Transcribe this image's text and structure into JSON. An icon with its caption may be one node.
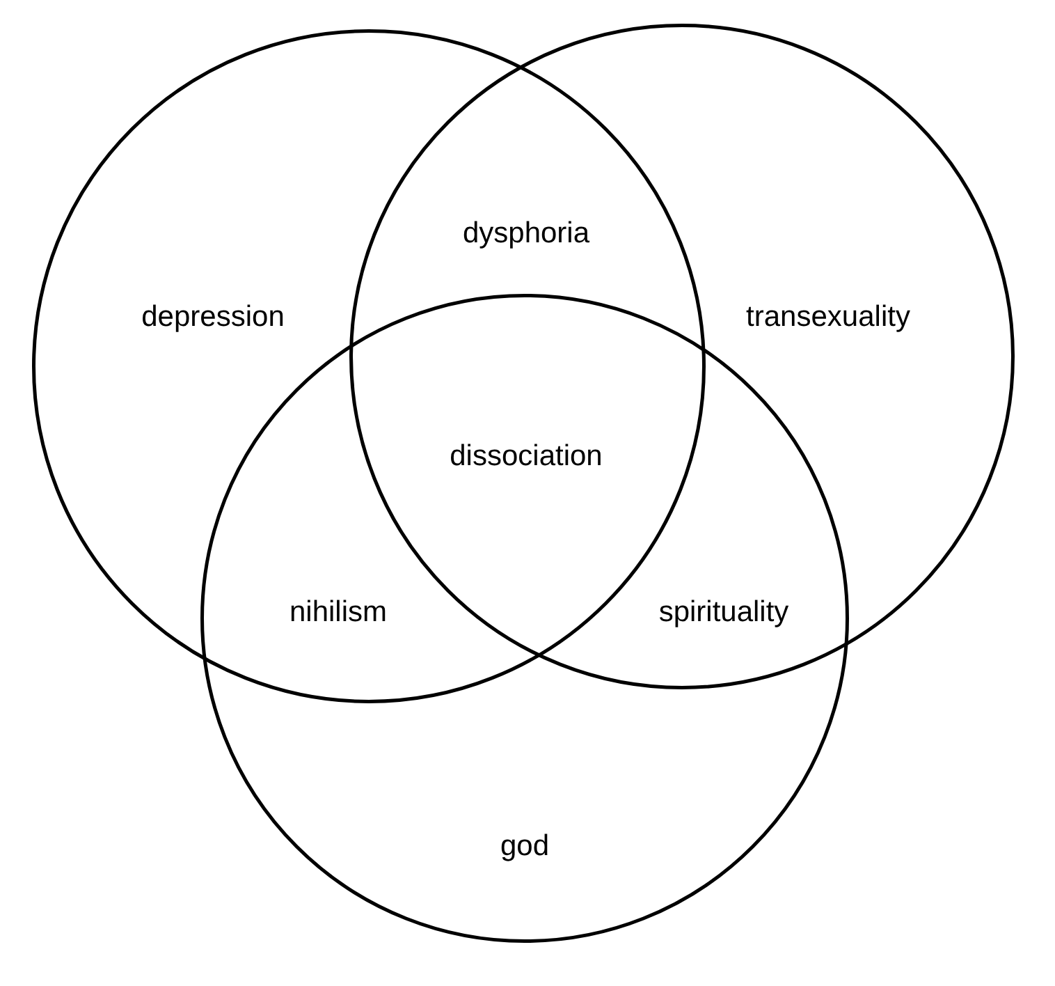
{
  "diagram": {
    "nodes": [
      {
        "text": [
          "depression"
        ]
      },
      {
        "text": [
          "transexuality"
        ]
      },
      {
        "text": [
          "god"
        ]
      }
    ],
    "labels": [
      "dysphoria",
      "dissociation",
      "nihilism",
      "spirituality"
    ]
  }
}
